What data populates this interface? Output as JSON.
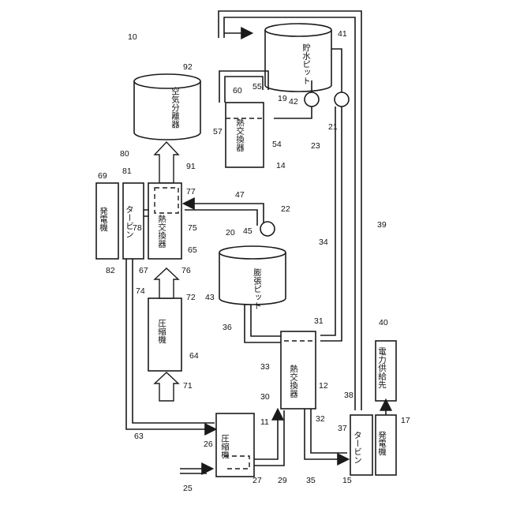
{
  "figure_ref": "10",
  "components": {
    "storage_pit": "貯水ピット",
    "expansion_pit": "膨張ピット",
    "air_separator": "空気分離器",
    "hx_upper": "熱交換器",
    "hx_middle": "熱交換器",
    "hx_lower": "熱交換器",
    "compressor_upper": "圧縮機",
    "compressor_lower": "圧縮機",
    "turbine_upper": "タービン",
    "turbine_lower": "タービン",
    "generator_upper": "発電機",
    "generator_lower": "発電機",
    "power_destination": "電力供給先"
  },
  "labels": {
    "n10": "10",
    "n11": "11",
    "n12": "12",
    "n14": "14",
    "n15": "15",
    "n17": "17",
    "n19": "19",
    "n20": "20",
    "n21": "21",
    "n22": "22",
    "n23": "23",
    "n25": "25",
    "n26": "26",
    "n27": "27",
    "n29": "29",
    "n30": "30",
    "n31": "31",
    "n32": "32",
    "n33": "33",
    "n34": "34",
    "n35": "35",
    "n36": "36",
    "n37": "37",
    "n38": "38",
    "n39": "39",
    "n40": "40",
    "n41": "41",
    "n42": "42",
    "n43": "43",
    "n45": "45",
    "n47": "47",
    "n54": "54",
    "n55": "55",
    "n57": "57",
    "n60": "60",
    "n63": "63",
    "n64": "64",
    "n65": "65",
    "n67": "67",
    "n69": "69",
    "n71": "71",
    "n72": "72",
    "n74": "74",
    "n75": "75",
    "n76": "76",
    "n77": "77",
    "n78": "78",
    "n80": "80",
    "n81": "81",
    "n82": "82",
    "n91": "91",
    "n92": "92"
  }
}
